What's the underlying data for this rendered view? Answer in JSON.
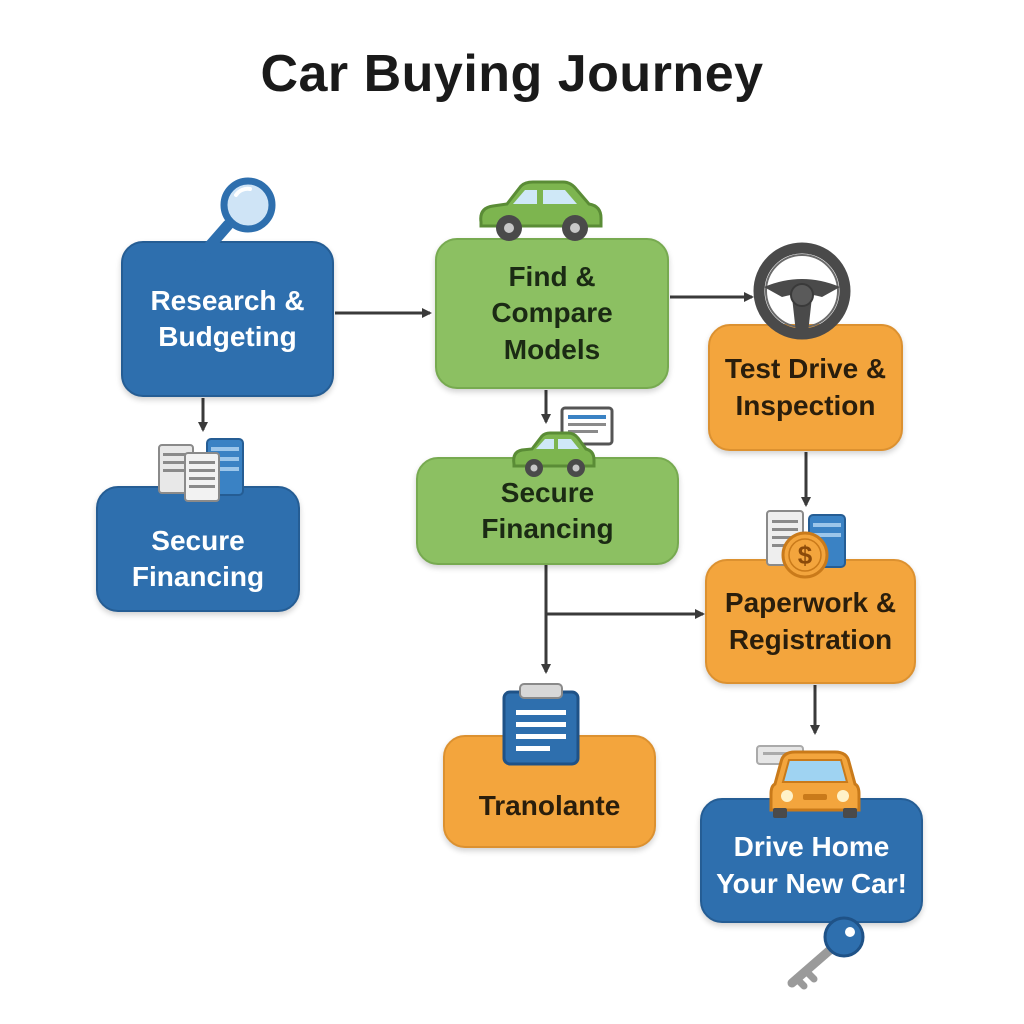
{
  "title": "Car Buying Journey",
  "nodes": {
    "research": {
      "line1": "Research &",
      "line2": "Budgeting"
    },
    "secure_left": {
      "line1": "Secure",
      "line2": "Financing"
    },
    "compare": {
      "line1": "Find & Compare",
      "line2": "Models"
    },
    "secure_mid": {
      "line1": "Secure Financing"
    },
    "test_drive": {
      "line1": "Test Drive &",
      "line2": "Inspection"
    },
    "paperwork": {
      "line1": "Paperwork &",
      "line2": "Registration"
    },
    "tranolante": {
      "line1": "Tranolante"
    },
    "drive_home": {
      "line1": "Drive Home",
      "line2": "Your New Car!"
    }
  },
  "colors": {
    "blue": "#2e6fae",
    "green": "#8cc062",
    "orange": "#f3a53d",
    "arrow": "#3a3a3a"
  },
  "icons": [
    "magnifier-icon",
    "documents-icon",
    "green-car-icon",
    "small-car-icon",
    "monitor-icon",
    "steering-wheel-icon",
    "dollar-coin-icon",
    "clipboard-icon",
    "orange-car-icon",
    "key-icon"
  ]
}
